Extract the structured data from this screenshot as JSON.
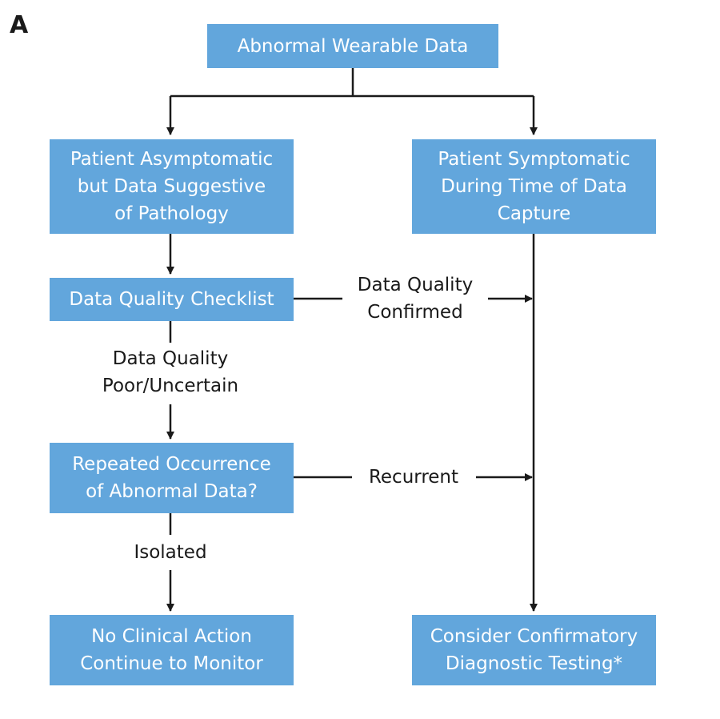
{
  "panel_label": "A",
  "colors": {
    "box_fill": "#62A6DC",
    "box_text": "#ffffff",
    "line": "#1a1a1a",
    "label_text": "#1a1a1a"
  },
  "nodes": {
    "abnormal_data": "Abnormal Wearable Data",
    "asymptomatic": "Patient Asymptomatic\nbut Data Suggestive\nof Pathology",
    "symptomatic": "Patient Symptomatic\nDuring Time of Data\nCapture",
    "checklist": "Data Quality Checklist",
    "repeated": "Repeated Occurrence\nof Abnormal Data?",
    "no_action": "No Clinical Action\nContinue to Monitor",
    "confirmatory": "Consider Confirmatory\nDiagnostic Testing*"
  },
  "edge_labels": {
    "quality_confirmed": "Data Quality\nConfirmed",
    "quality_poor": "Data Quality\nPoor/Uncertain",
    "recurrent": "Recurrent",
    "isolated": "Isolated"
  }
}
